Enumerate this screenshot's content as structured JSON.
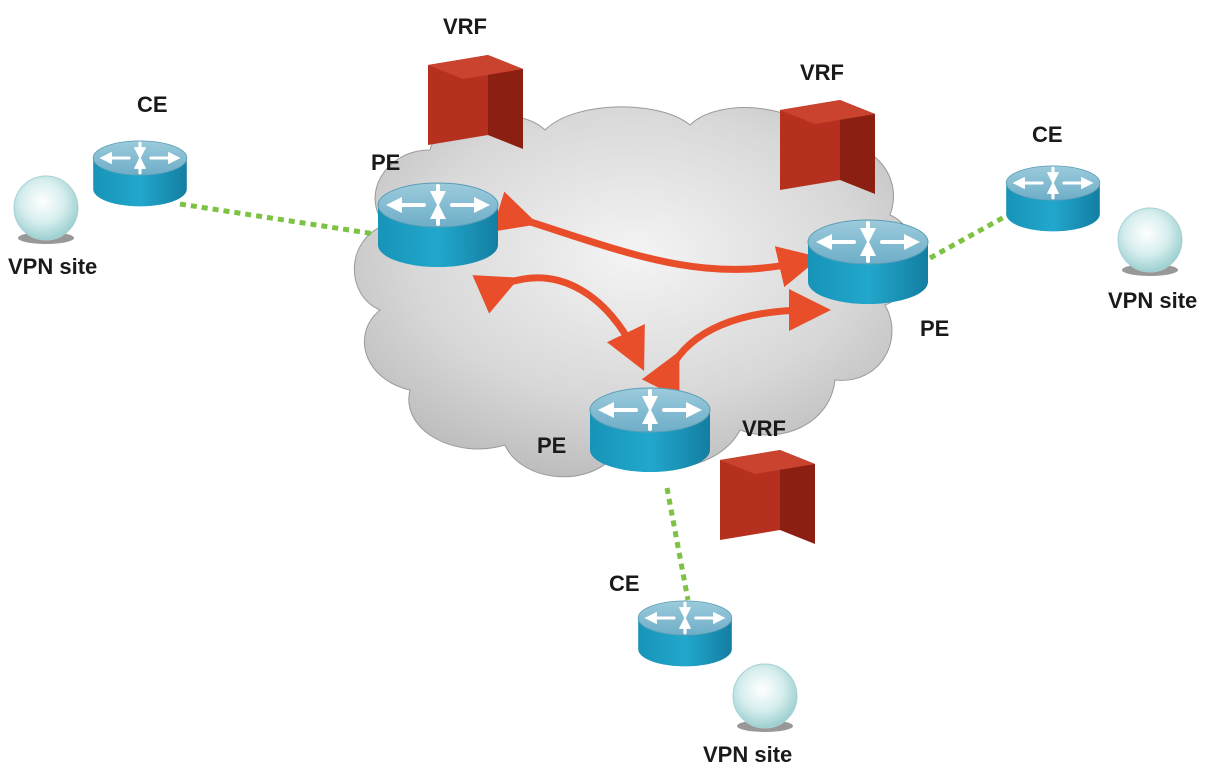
{
  "labels": {
    "vrf": "VRF",
    "pe": "PE",
    "ce": "CE",
    "vpn_site": "VPN site"
  },
  "colors": {
    "router_top": "#7fb8cf",
    "router_side": "#1aa0c4",
    "vrf_front": "#b5301f",
    "vrf_side": "#8a1f12",
    "arrow": "#e84e2a",
    "link": "#7dc242",
    "cloud": "#d2d2d2"
  },
  "icons": {
    "router": "router-icon",
    "vrf": "vrf-box-icon",
    "site": "vpn-site-sphere-icon",
    "cloud": "provider-cloud"
  }
}
